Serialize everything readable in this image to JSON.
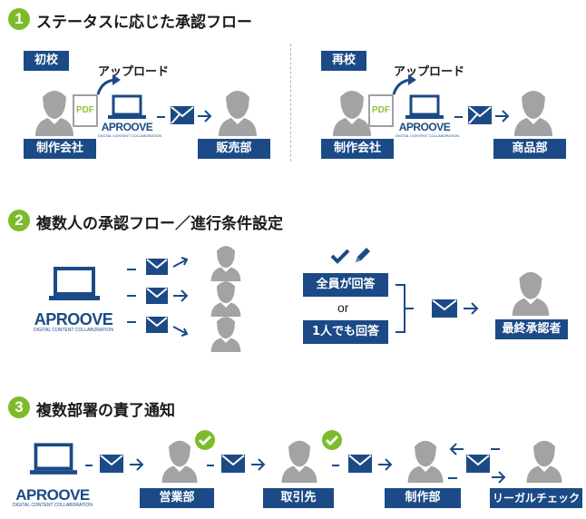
{
  "section1": {
    "number": "1",
    "title": "ステータスに応じた承認フロー",
    "left": {
      "tag": "初校",
      "upload": "アップロード",
      "pdf": "PDF",
      "from": "制作会社",
      "to": "販売部"
    },
    "right": {
      "tag": "再校",
      "upload": "アップロード",
      "pdf": "PDF",
      "from": "制作会社",
      "to": "商品部"
    }
  },
  "section2": {
    "number": "2",
    "title": "複数人の承認フロー／進行条件設定",
    "cond_all": "全員が回答",
    "or": "or",
    "cond_one": "1人でも回答",
    "approver": "最終承認者"
  },
  "section3": {
    "number": "3",
    "title": "複数部署の責了通知",
    "depts": [
      "営業部",
      "取引先",
      "制作部",
      "リーガルチェック"
    ]
  },
  "brand": {
    "name": "APROOVE",
    "sub": "DIGITAL CONTENT COLLABORATION"
  },
  "colors": {
    "navy": "#1b4a86",
    "green": "#7cbc2a",
    "person": "#a3a3a3"
  }
}
